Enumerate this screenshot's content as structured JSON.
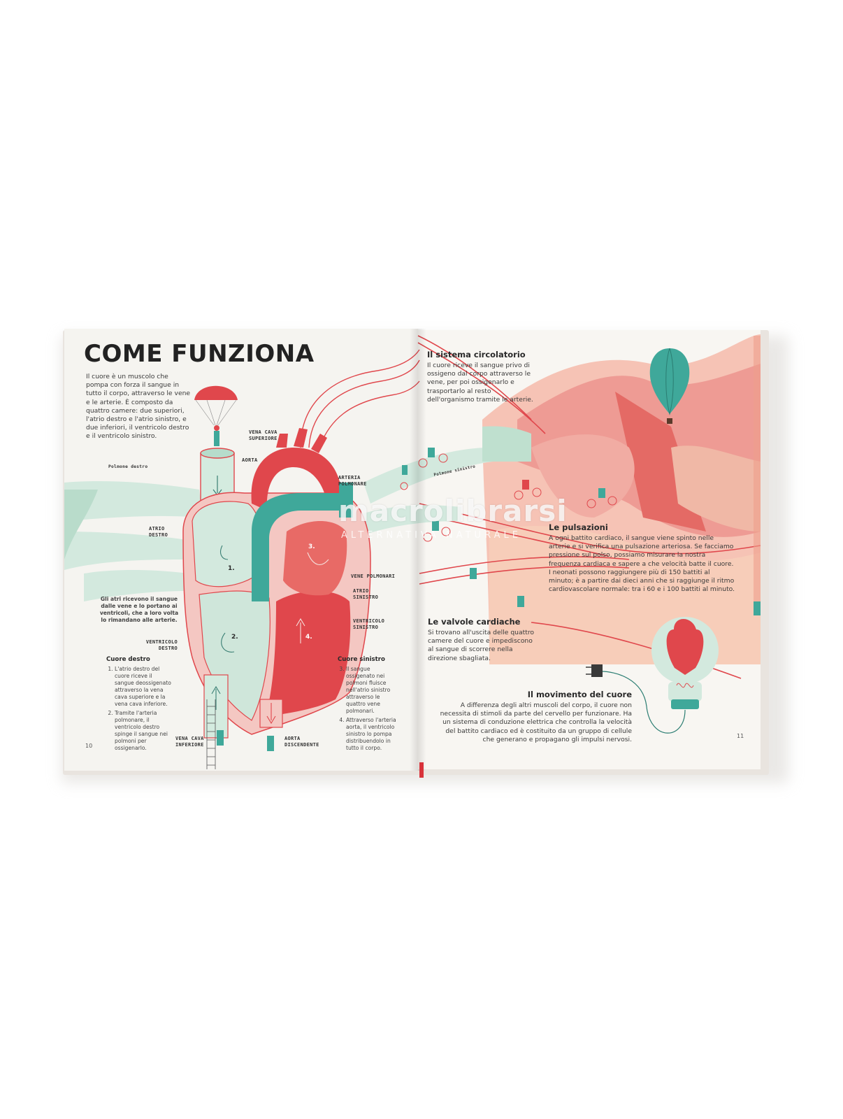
{
  "left_page": {
    "title": "COME FUNZIONA",
    "intro": "Il cuore è un muscolo che pompa con forza il sangue in tutto il corpo, attraverso le vene e le arterie. È composto da quattro camere: due superiori, l'atrio destro e l'atrio sinistro, e due inferiori, il ventricolo destro e il ventricolo sinistro.",
    "labels": {
      "polmone_destro": "Polmone destro",
      "vena_cava_superiore": "VENA CAVA SUPERIORE",
      "aorta": "AORTA",
      "arteria_polmonare": "ARTERIA POLMONARE",
      "atrio_destro": "ATRIO DESTRO",
      "vene_polmonari": "VENE POLMONARI",
      "atrio_sinistro": "ATRIO SINISTRO",
      "ventricolo_sinistro": "VENTRICOLO SINISTRO",
      "ventricolo_destro": "VENTRICOLO DESTRO",
      "vena_cava_inferiore": "VENA CAVA INFERIORE",
      "aorta_discendente": "AORTA DISCENDENTE"
    },
    "chambers": [
      "1.",
      "2.",
      "3.",
      "4."
    ],
    "atri_note": "Gli atri ricevono il sangue dalle vene e lo portano ai ventricoli, che a loro volta lo rimandano alle arterie.",
    "cuore_destro": {
      "heading": "Cuore destro",
      "items": [
        "L'atrio destro del cuore riceve il sangue deossigenato attraverso la vena cava superiore e la vena cava inferiore.",
        "Tramite l'arteria polmonare, il ventricolo destro spinge il sangue nei polmoni per ossigenarlo."
      ]
    },
    "cuore_sinistro": {
      "heading": "Cuore sinistro",
      "items": [
        "Il sangue ossigenato nei polmoni fluisce nell'atrio sinistro attraverso le quattro vene polmonari.",
        "Attraverso l'arteria aorta, il ventricolo sinistro lo pompa distribuendolo in tutto il corpo."
      ]
    },
    "page_number": "10"
  },
  "right_page": {
    "sistema": {
      "heading": "Il sistema circolatorio",
      "text": "Il cuore riceve il sangue privo di ossigeno dal corpo attraverso le vene, per poi ossigenarlo e trasportarlo al resto dell'organismo tramite le arterie."
    },
    "polmone_sinistro": "Polmone sinistro",
    "pulsazioni": {
      "heading": "Le pulsazioni",
      "text": "A ogni battito cardiaco, il sangue viene spinto nelle arterie e si verifica una pulsazione arteriosa. Se facciamo pressione sul polso, possiamo misurare la nostra frequenza cardiaca e sapere a che velocità batte il cuore. I neonati possono raggiungere più di 150 battiti al minuto; è a partire dai dieci anni che si raggiunge il ritmo cardiovascolare normale: tra i 60 e i 100 battiti al minuto."
    },
    "valvole": {
      "heading": "Le valvole cardiache",
      "text": "Si trovano all'uscita delle quattro camere del cuore e impediscono al sangue di scorrere nella direzione sbagliata."
    },
    "movimento": {
      "heading": "Il movimento del cuore",
      "text": "A differenza degli altri muscoli del corpo, il cuore non necessita di stimoli da parte del cervello per funzionare. Ha un sistema di conduzione elettrica che controlla la velocità del battito cardiaco ed è costituito da un gruppo di cellule che generano e propagano gli impulsi nervosi."
    },
    "page_number": "11"
  },
  "watermark": {
    "brand": "macrolibrarsi",
    "tagline": "ALTERNATIVA NATURALE"
  },
  "colors": {
    "heart_red": "#e0474c",
    "mint": "#cfe6da",
    "teal": "#3fa89a",
    "pink": "#f2b3ae",
    "salmon": "#f4a08c"
  }
}
